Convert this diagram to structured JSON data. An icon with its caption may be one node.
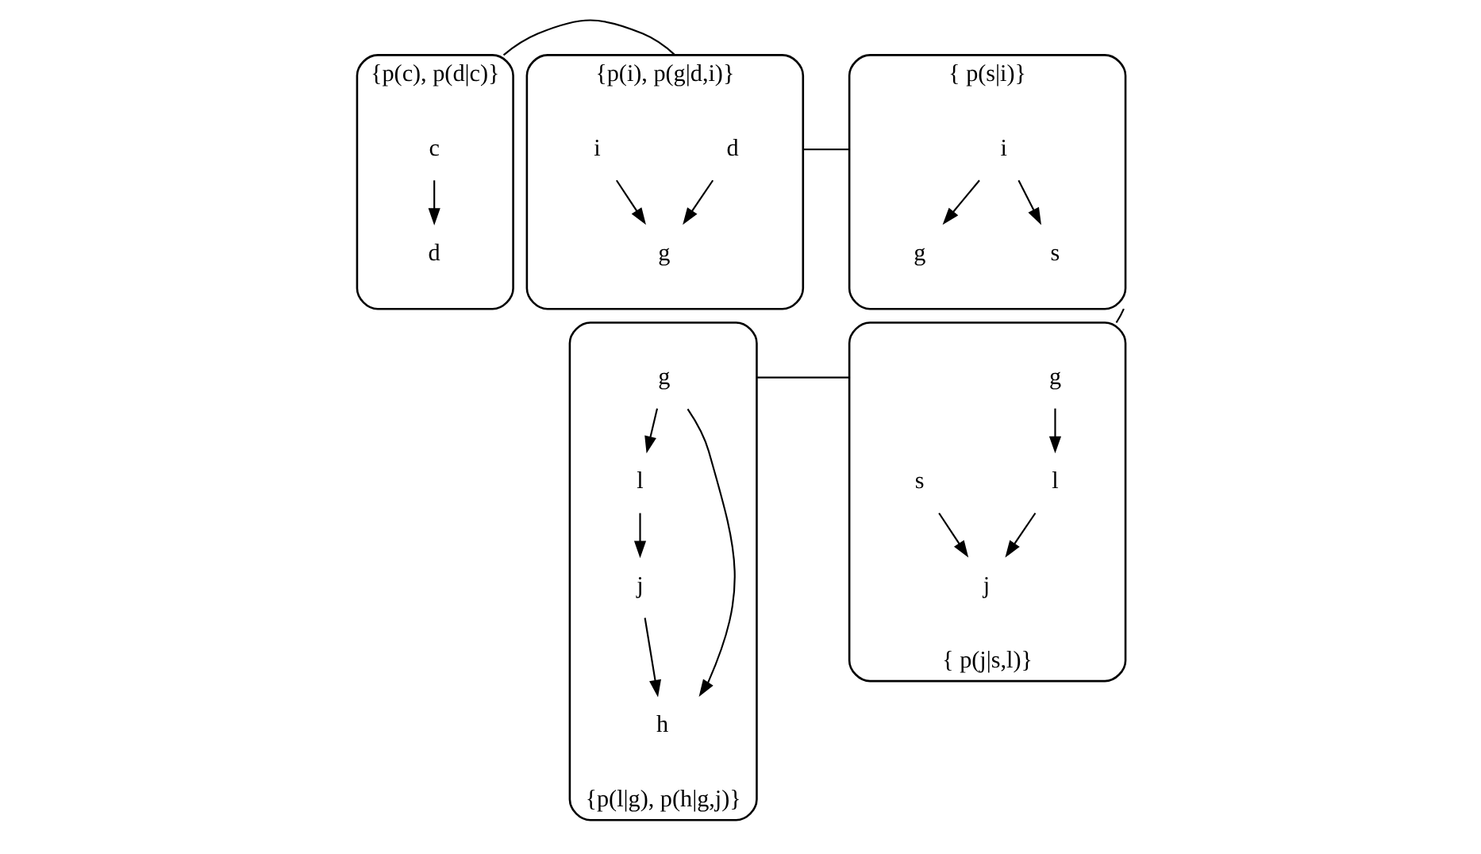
{
  "diagram": {
    "nodes": [
      {
        "text": [],
        "shape": "ellipse",
        "beside": [
          "{p(c), p(d|c)}"
        ]
      },
      {
        "text": [
          "c"
        ],
        "in": 0
      },
      {
        "text": [
          "d"
        ],
        "in": 0
      },
      {
        "text": [],
        "shape": "ellipse",
        "beside": [
          "{p(i), p(g|d,i)}"
        ]
      },
      {
        "text": [
          "d"
        ],
        "in": 3
      },
      {
        "text": [
          "i"
        ],
        "in": 3
      },
      {
        "text": [
          "g"
        ],
        "in": 3
      },
      {
        "text": [],
        "shape": "ellipse",
        "beside": [
          "{ p(s|i)}"
        ]
      },
      {
        "text": [
          "i"
        ],
        "in": 7
      },
      {
        "text": [
          "g"
        ],
        "in": 7
      },
      {
        "text": [
          "s"
        ],
        "in": 7
      },
      {
        "text": [],
        "shape": "ellipse",
        "beside": [
          "{p(l|g), p(h|g,j)}"
        ]
      },
      {
        "text": [
          "g"
        ],
        "in": 11
      },
      {
        "text": [
          "l"
        ],
        "in": 11
      },
      {
        "text": [
          "h"
        ],
        "in": 11
      },
      {
        "text": [
          "j"
        ],
        "in": 11
      },
      {
        "text": [],
        "shape": "ellipse",
        "beside": [
          "{ p(j|s,l)}"
        ]
      },
      {
        "text": [
          "g"
        ],
        "in": 16
      },
      {
        "text": [
          "s"
        ],
        "in": 16
      },
      {
        "text": [
          "l"
        ],
        "in": 16
      },
      {
        "text": [
          "j"
        ],
        "in": 16
      }
    ],
    "edges": [
      {
        "from": 1,
        "to": 2,
        "arrow": "to"
      },
      {
        "from": 4,
        "to": 6,
        "arrow": "to"
      },
      {
        "from": 5,
        "to": 6,
        "arrow": "to"
      },
      {
        "from": 8,
        "to": 9,
        "arrow": "to"
      },
      {
        "from": 8,
        "to": 10,
        "arrow": "to"
      },
      {
        "from": 12,
        "to": 14,
        "arrow": "to"
      },
      {
        "from": 12,
        "to": 13,
        "arrow": "to"
      },
      {
        "from": 13,
        "to": 15,
        "arrow": "to"
      },
      {
        "from": 15,
        "to": 14,
        "arrow": "to"
      },
      {
        "from": 17,
        "to": 19,
        "arrow": "to"
      },
      {
        "from": 18,
        "to": 20,
        "arrow": "to"
      },
      {
        "from": 19,
        "to": 20,
        "arrow": "to"
      },
      {
        "from": 0,
        "to": 3,
        "arrow": "none"
      },
      {
        "from": 3,
        "to": 7,
        "arrow": "none"
      },
      {
        "from": 7,
        "to": 16,
        "arrow": "none"
      },
      {
        "from": 16,
        "to": 11,
        "arrow": "none"
      }
    ]
  }
}
